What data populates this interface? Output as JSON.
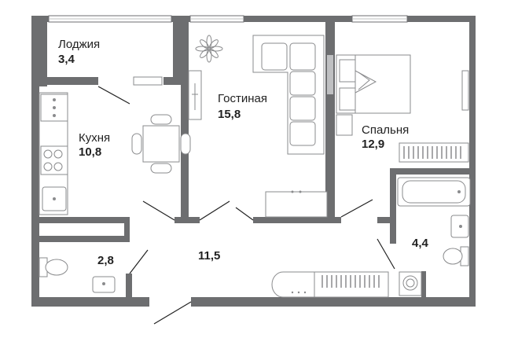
{
  "rooms": {
    "loggia": {
      "name": "Лоджия",
      "area": "3,4"
    },
    "kitchen": {
      "name": "Кухня",
      "area": "10,8"
    },
    "living": {
      "name": "Гостиная",
      "area": "15,8"
    },
    "bedroom": {
      "name": "Спальня",
      "area": "12,9"
    },
    "bathroom": {
      "area": "4,4"
    },
    "toilet": {
      "area": "2,8"
    },
    "hall": {
      "area": "11,5"
    }
  },
  "colors": {
    "wall": "#6d6e70",
    "window": "#bfc0c2",
    "fixture_stroke": "#8a8b8d",
    "text": "#222222"
  },
  "icons": [
    "plant-icon",
    "sofa-icon",
    "bed-icon",
    "dining-table-icon",
    "stove-icon",
    "sink-icon",
    "bathtub-icon",
    "toilet-icon",
    "washing-machine-icon",
    "tv-icon",
    "radiator-icon"
  ]
}
